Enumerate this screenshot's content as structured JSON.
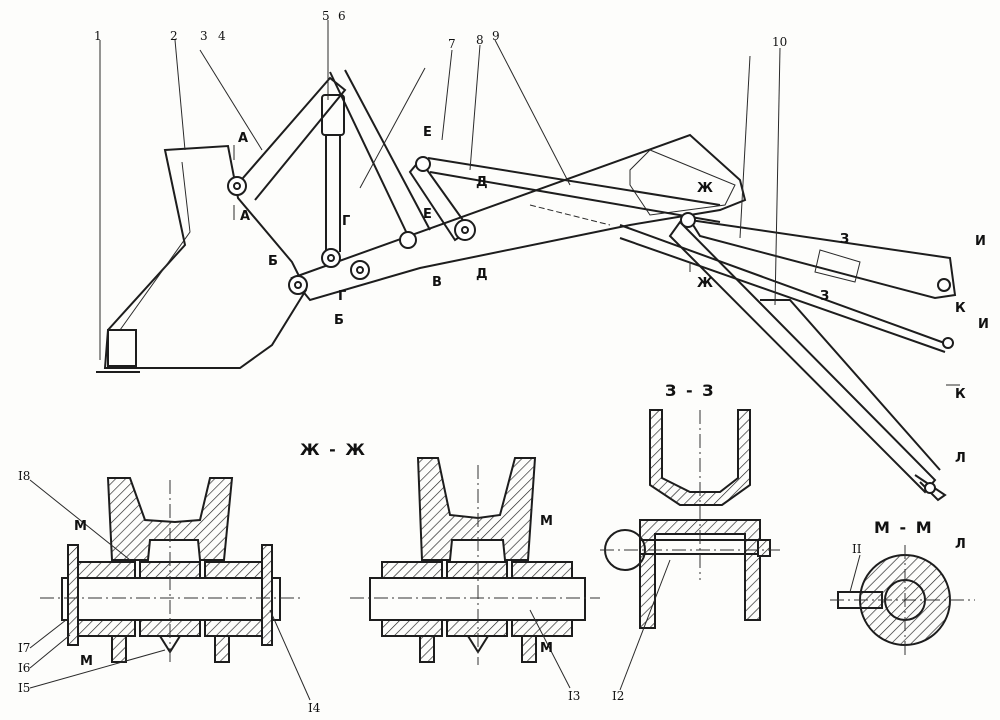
{
  "main_view": {
    "callouts_top": [
      "1",
      "2",
      "3",
      "4",
      "5",
      "6",
      "7",
      "8",
      "9",
      "10"
    ],
    "section_marks": {
      "A": "А",
      "B": "Б",
      "V": "В",
      "G": "Г",
      "D": "Д",
      "E": "Е",
      "ZH": "Ж",
      "Z": "З",
      "I": "И",
      "K": "К",
      "L": "Л"
    }
  },
  "section_views": {
    "zh_zh": {
      "title": "Ж - Ж",
      "callouts": [
        "I8",
        "I7",
        "I6",
        "I5",
        "I4"
      ],
      "mark": "М"
    },
    "zh_zh_alt": {
      "callouts": [
        "I3"
      ],
      "mark": "М"
    },
    "z_z": {
      "title": "З - З",
      "callouts": [
        "I2"
      ]
    },
    "m_m": {
      "title": "М - М",
      "callouts": [
        "II"
      ]
    }
  },
  "colors": {
    "ink": "#1d1d1d",
    "paper": "#fdfdfb"
  }
}
